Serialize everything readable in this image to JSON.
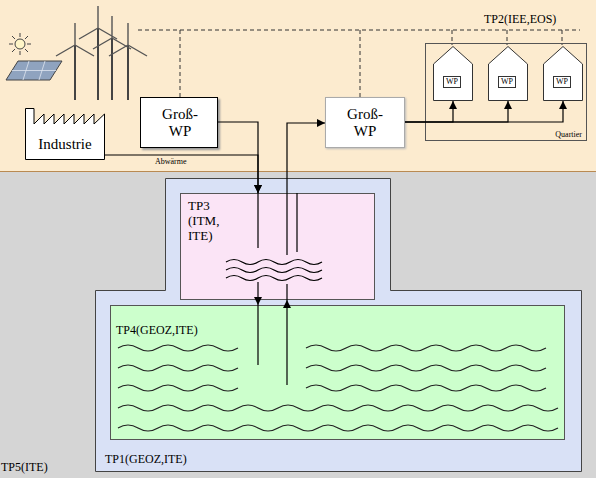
{
  "diagram": {
    "nodes": [
      {
        "text": [
          "TP5(ITE)"
        ]
      },
      {
        "text": [
          "TP2(IEE,EOS)"
        ],
        "in": 0
      },
      {
        "text": [
          "Industrie"
        ],
        "in": 1
      },
      {
        "text": [
          "Groß- WP"
        ],
        "in": 1
      },
      {
        "text": [
          "Groß- WP"
        ],
        "in": 1
      },
      {
        "text": [
          "Quartier"
        ],
        "in": 1
      },
      {
        "text": [
          "WP"
        ],
        "in": 5
      },
      {
        "text": [
          "WP"
        ],
        "in": 5
      },
      {
        "text": [
          "WP"
        ],
        "in": 5
      },
      {
        "text": [
          "TP1(GEOZ,ITE)"
        ],
        "in": 0
      },
      {
        "text": [
          "TP3 (ITM, ITE)"
        ],
        "in": 9
      },
      {
        "text": [
          "TP4(GEOZ,ITE)"
        ],
        "in": 9
      }
    ],
    "edges": [
      {
        "from": 2,
        "to": 10,
        "label": "Abwärme",
        "arrow": "to"
      },
      {
        "from": 3,
        "to": 10,
        "arrow": "to"
      },
      {
        "from": 10,
        "to": 4,
        "arrow": "to"
      },
      {
        "from": 4,
        "to": 6,
        "arrow": "to"
      },
      {
        "from": 4,
        "to": 7,
        "arrow": "to"
      },
      {
        "from": 4,
        "to": 8,
        "arrow": "to"
      },
      {
        "from": 10,
        "to": 11,
        "arrow": "to"
      },
      {
        "from": 11,
        "to": 10,
        "arrow": "to"
      }
    ]
  }
}
